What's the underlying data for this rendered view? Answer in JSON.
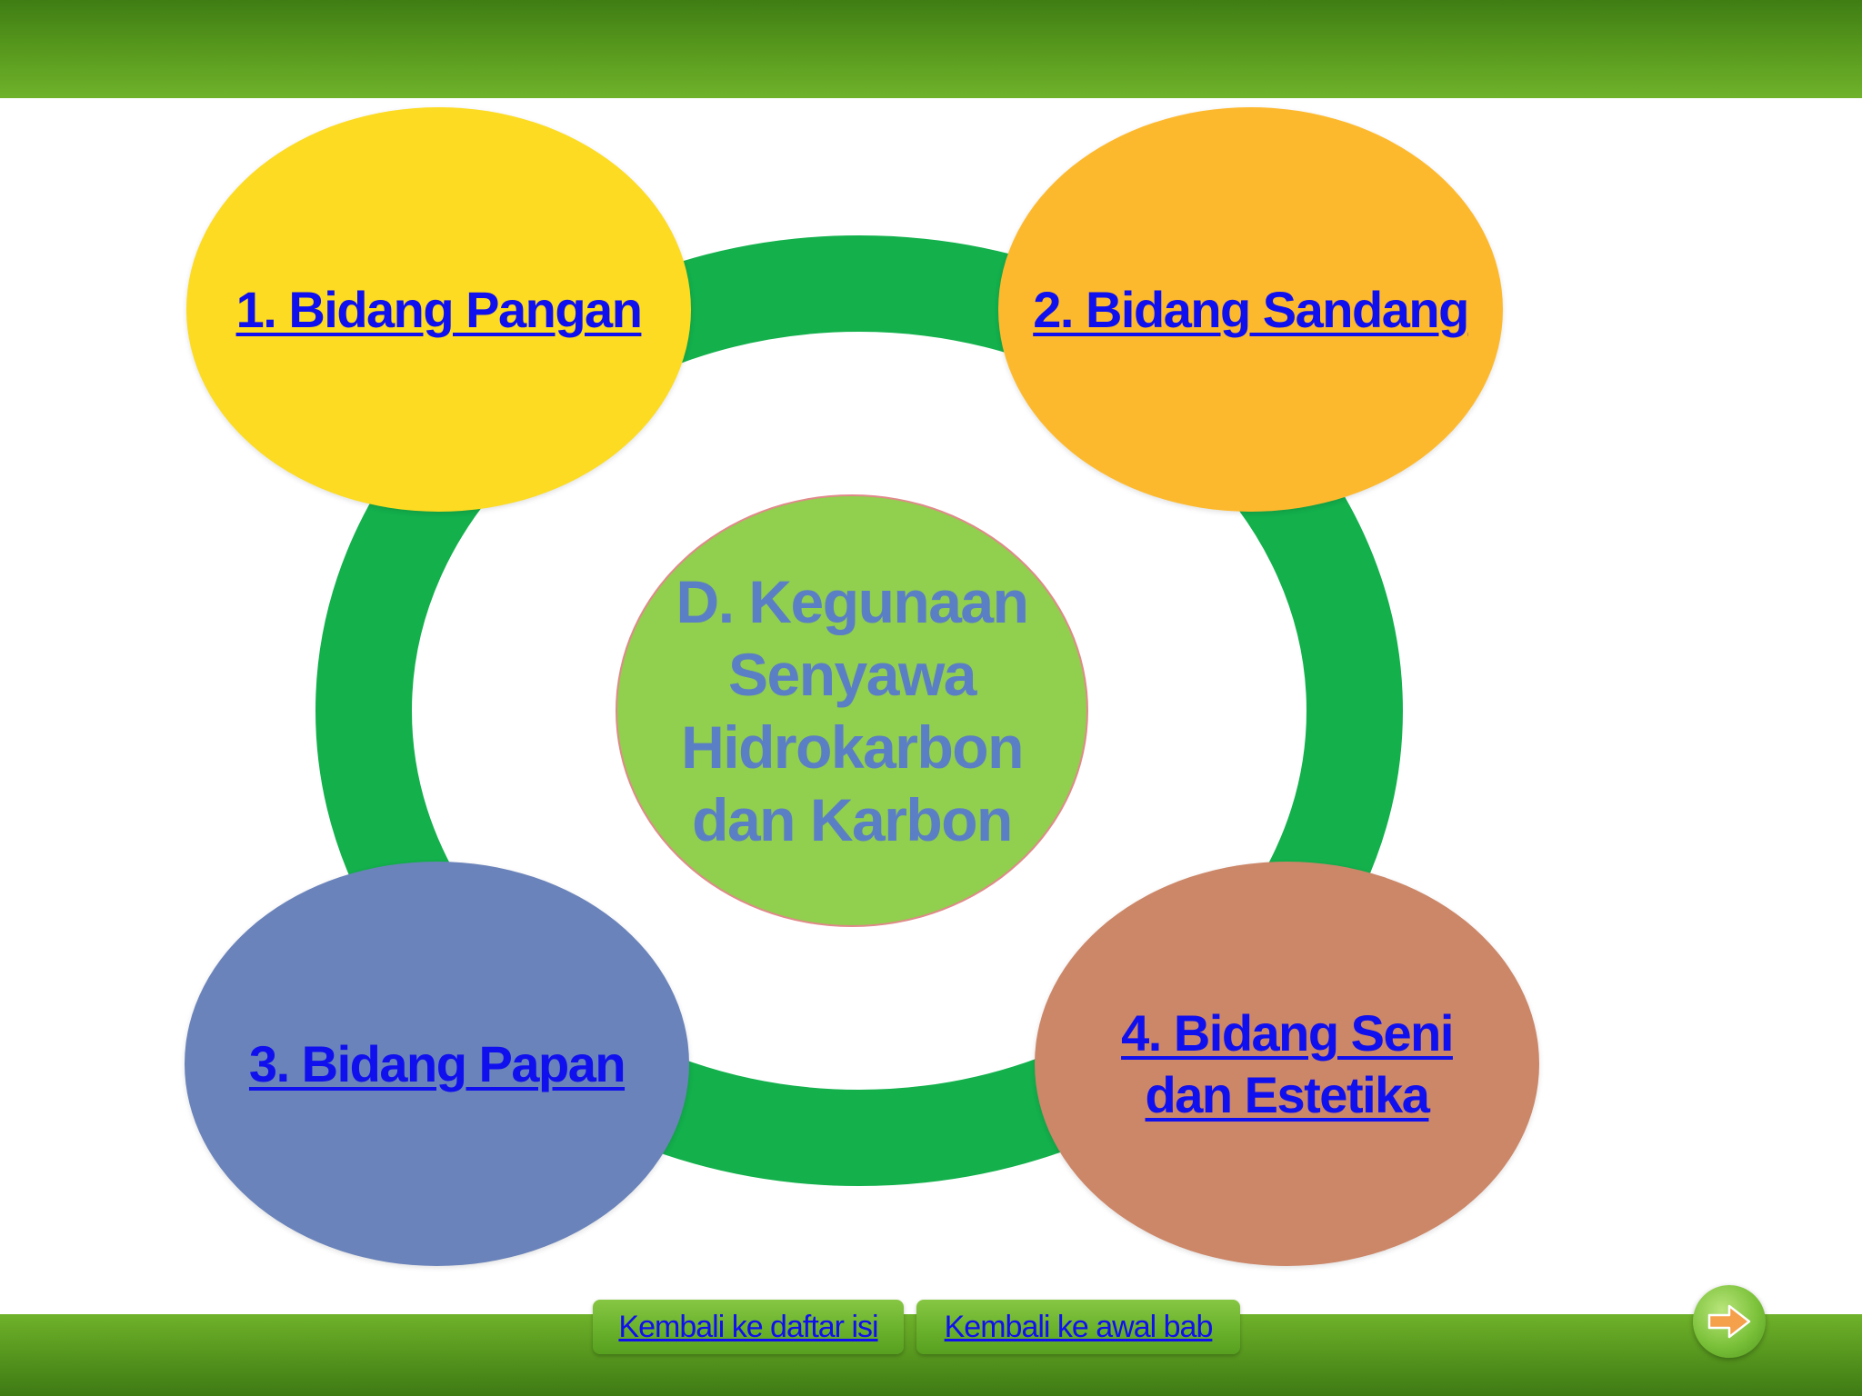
{
  "slide": {
    "center_title": "D. Kegunaan Senyawa Hidrokarbon dan Karbon",
    "nodes": [
      {
        "label": "1. Bidang Pangan",
        "color": "#fcdb22"
      },
      {
        "label": "2. Bidang Sandang",
        "color": "#fdb92e"
      },
      {
        "label": "3. Bidang Papan",
        "color": "#6a83ba"
      },
      {
        "label": "4. Bidang Seni dan Estetika",
        "color": "#cc8668"
      }
    ],
    "ring_color": "#13b04c",
    "center_color": "#91cf4e",
    "link_color": "#1010ee"
  },
  "footer": {
    "back_to_contents": "Kembali ke daftar isi",
    "back_to_chapter": "Kembali ke awal bab",
    "next_icon": "arrow-right-icon"
  }
}
